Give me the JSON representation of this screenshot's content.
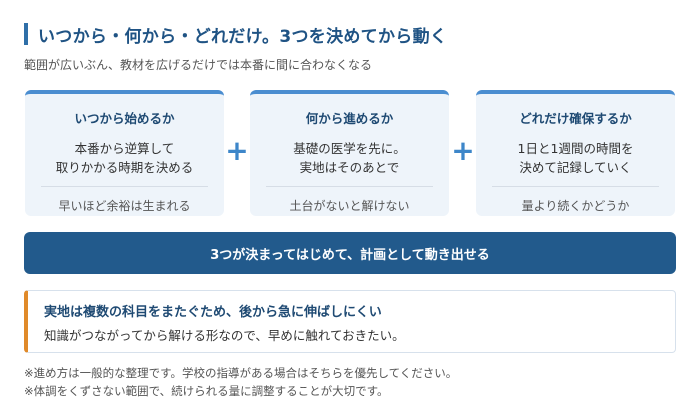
{
  "header": {
    "title": "いつから・何から・どれだけ。3つを決めてから動く",
    "subtitle": "範囲が広いぶん、教材を広げるだけでは本番に間に合わなくなる"
  },
  "cards": [
    {
      "heading": "いつから始めるか",
      "line1": "本番から逆算して",
      "line2": "取りかかる時期を決める",
      "footer": "早いほど余裕は生まれる"
    },
    {
      "heading": "何から進めるか",
      "line1": "基礎の医学を先に。",
      "line2": "実地はそのあとで",
      "footer": "土台がないと解けない"
    },
    {
      "heading": "どれだけ確保するか",
      "line1": "1日と1週間の時間を",
      "line2": "決めて記録していく",
      "footer": "量より続くかどうか"
    }
  ],
  "plus_symbol": "+",
  "banner": {
    "text": "3つが決まってはじめて、計画として動き出せる"
  },
  "note": {
    "heading": "実地は複数の科目をまたぐため、後から急に伸ばしにくい",
    "body": "知識がつながってから解ける形なので、早めに触れておきたい。"
  },
  "footnotes": [
    "※進め方は一般的な整理です。学校の指導がある場合はそちらを優先してください。",
    "※体調をくずさない範囲で、続けられる量に調整することが大切です。"
  ],
  "colors": {
    "accent": "#2f6fa8",
    "card_bg": "#eef4fa",
    "card_top": "#4a8dd0",
    "banner_bg": "#225a8c",
    "note_accent": "#e08a2a"
  }
}
